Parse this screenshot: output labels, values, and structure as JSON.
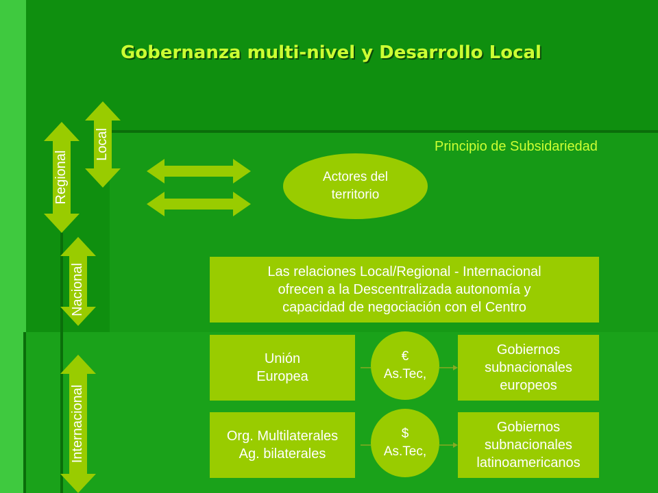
{
  "title": "Gobernanza multi-nivel y Desarrollo Local",
  "principle": "Principio de Subsidariedad",
  "levels": {
    "local": "Local",
    "regional": "Regional",
    "nacional": "Nacional",
    "internacional": "Internacional"
  },
  "actors": "Actores del\nterritorio",
  "relations_text": "Las relaciones Local/Regional - Internacional\nofrecen a la Descentralizada autonomía y\ncapacidad de negociación con el Centro",
  "europe_row": {
    "source": "Unión\nEuropea",
    "resource": "€\nAs.Tec,",
    "target": "Gobiernos\nsubnacionales\neuropeos"
  },
  "latam_row": {
    "source": "Org. Multilaterales\nAg. bilaterales",
    "resource": "$\nAs.Tec,",
    "target": "Gobiernos\nsubnacionales\nlatinoamericanos"
  },
  "colors": {
    "background": "#0f8f0f",
    "shape_fill": "#99cc00",
    "title_text": "#ccff33",
    "shape_text": "#ffffff"
  }
}
